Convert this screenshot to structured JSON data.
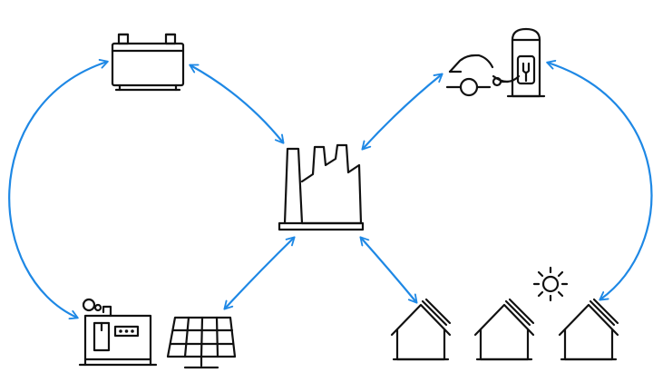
{
  "colors": {
    "connector": "#1e88e5",
    "icon": "#111111",
    "background": "#ffffff"
  },
  "nodes": [
    {
      "id": "factory",
      "icon": "factory-icon"
    },
    {
      "id": "battery",
      "icon": "battery-icon"
    },
    {
      "id": "ev-charger",
      "icon": "ev-charging-station-icon"
    },
    {
      "id": "generator",
      "icon": "generator-icon"
    },
    {
      "id": "solar-panel",
      "icon": "solar-panel-icon"
    },
    {
      "id": "houses",
      "icon": "house-icon"
    },
    {
      "id": "sun",
      "icon": "sun-icon"
    }
  ],
  "connections": [
    {
      "from": "battery",
      "to": "factory",
      "direction": "both"
    },
    {
      "from": "ev-charger",
      "to": "factory",
      "direction": "both"
    },
    {
      "from": "solar-panel",
      "to": "factory",
      "direction": "both"
    },
    {
      "from": "houses",
      "to": "factory",
      "direction": "both"
    },
    {
      "from": "battery",
      "to": "generator",
      "direction": "both"
    },
    {
      "from": "ev-charger",
      "to": "houses",
      "direction": "both"
    }
  ]
}
